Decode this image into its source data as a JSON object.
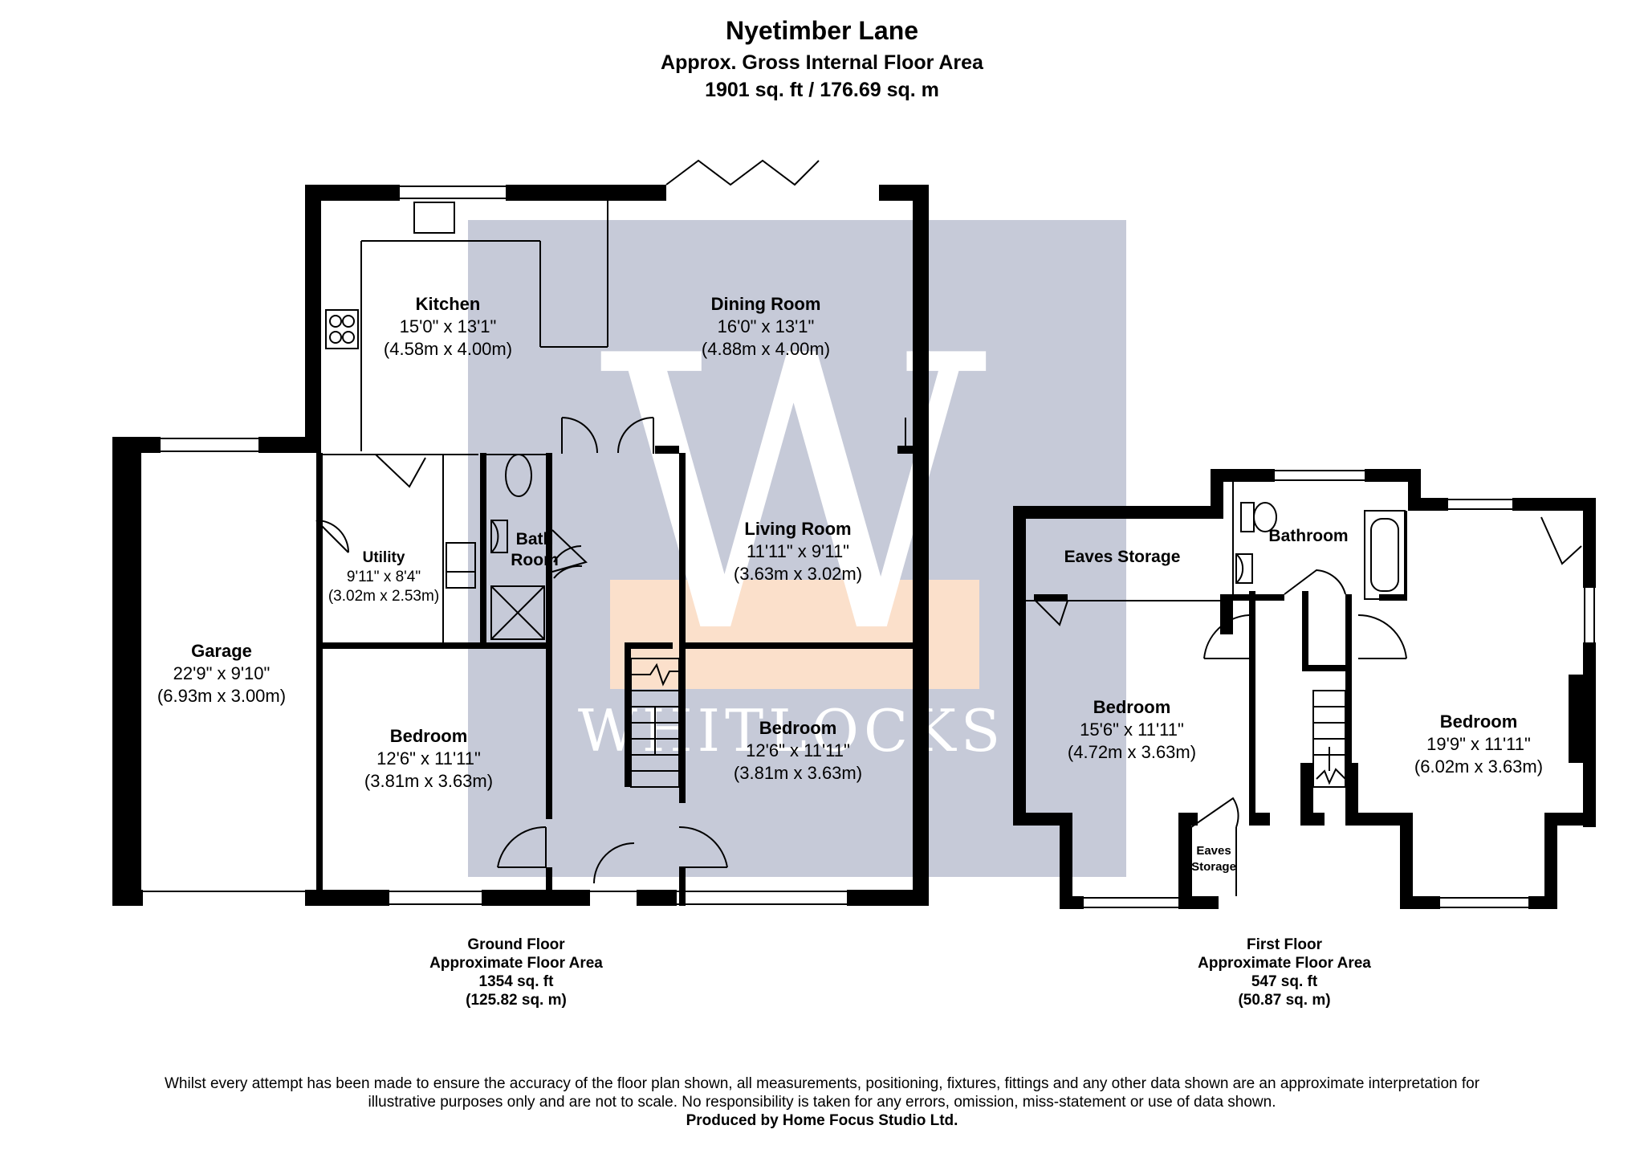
{
  "header": {
    "title": "Nyetimber Lane",
    "subtitle": "Approx. Gross Internal Floor Area",
    "total_area": "1901 sq. ft / 176.69 sq. m"
  },
  "watermark": {
    "letter": "W",
    "brand": "WHITLOCKS",
    "colors": {
      "block": "#c6cad8",
      "band": "#fbe0cb",
      "letter": "#ffffff"
    }
  },
  "ground_floor": {
    "rooms": {
      "kitchen": {
        "name": "Kitchen",
        "imperial": "15'0\" x 13'1\"",
        "metric": "(4.58m x 4.00m)"
      },
      "dining": {
        "name": "Dining Room",
        "imperial": "16'0\" x 13'1\"",
        "metric": "(4.88m x 4.00m)"
      },
      "living": {
        "name": "Living Room",
        "imperial": "11'11\" x 9'11\"",
        "metric": "(3.63m x 3.02m)"
      },
      "utility": {
        "name": "Utility",
        "imperial": "9'11\" x 8'4\"",
        "metric": "(3.02m x 2.53m)"
      },
      "bath_line1": "Bath",
      "bath_line2": "Room",
      "garage": {
        "name": "Garage",
        "imperial": "22'9\" x 9'10\"",
        "metric": "(6.93m x 3.00m)"
      },
      "bedroom_a": {
        "name": "Bedroom",
        "imperial": "12'6\" x 11'11\"",
        "metric": "(3.81m x 3.63m)"
      },
      "bedroom_b": {
        "name": "Bedroom",
        "imperial": "12'6\" x 11'11\"",
        "metric": "(3.81m x 3.63m)"
      }
    },
    "caption": [
      "Ground Floor",
      "Approximate Floor Area",
      "1354 sq. ft",
      "(125.82 sq. m)"
    ]
  },
  "first_floor": {
    "rooms": {
      "eaves_storage": {
        "name": "Eaves Storage"
      },
      "bathroom": {
        "name": "Bathroom"
      },
      "bedroom_left": {
        "name": "Bedroom",
        "imperial": "15'6\" x 11'11\"",
        "metric": "(4.72m x 3.63m)"
      },
      "bedroom_right": {
        "name": "Bedroom",
        "imperial": "19'9\" x 11'11\"",
        "metric": "(6.02m x 3.63m)"
      },
      "eaves_small_line1": "Eaves",
      "eaves_small_line2": "Storage"
    },
    "caption": [
      "First Floor",
      "Approximate Floor Area",
      "547 sq. ft",
      "(50.87 sq. m)"
    ]
  },
  "disclaimer": {
    "line1": "Whilst every attempt has been made to ensure the accuracy of the floor plan shown, all measurements, positioning, fixtures, fittings and any other data shown are an approximate interpretation for",
    "line2": "illustrative purposes only  and are not to scale. No responsibility is taken for any errors, omission, miss-statement or use of data shown.",
    "credit": "Produced by Home Focus Studio Ltd."
  }
}
